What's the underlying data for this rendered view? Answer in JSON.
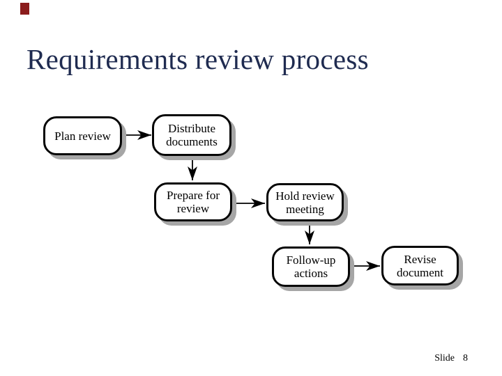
{
  "slide": {
    "title": "Requirements review process",
    "footer_label": "Slide",
    "footer_number": "8"
  },
  "colors": {
    "background": "#ffffff",
    "title_text": "#1f2b50",
    "corner_marker": "#8b1c1c",
    "node_border": "#050505",
    "node_fill": "#ffffff",
    "node_shadow": "#a6a6a6",
    "arrow": "#000000"
  },
  "diagram": {
    "type": "flowchart",
    "nodes": [
      {
        "id": "plan-review",
        "label": "Plan review"
      },
      {
        "id": "distribute-documents",
        "label": "Distribute documents"
      },
      {
        "id": "prepare-for-review",
        "label": "Prepare for review"
      },
      {
        "id": "hold-review-meeting",
        "label": "Hold review meeting"
      },
      {
        "id": "follow-up-actions",
        "label": "Follow-up actions"
      },
      {
        "id": "revise-document",
        "label": "Revise document"
      }
    ],
    "edges": [
      {
        "from": "Plan review",
        "to": "Distribute documents"
      },
      {
        "from": "Distribute documents",
        "to": "Prepare for review"
      },
      {
        "from": "Prepare for review",
        "to": "Hold review meeting"
      },
      {
        "from": "Hold review meeting",
        "to": "Follow-up actions"
      },
      {
        "from": "Follow-up actions",
        "to": "Revise document"
      }
    ]
  }
}
